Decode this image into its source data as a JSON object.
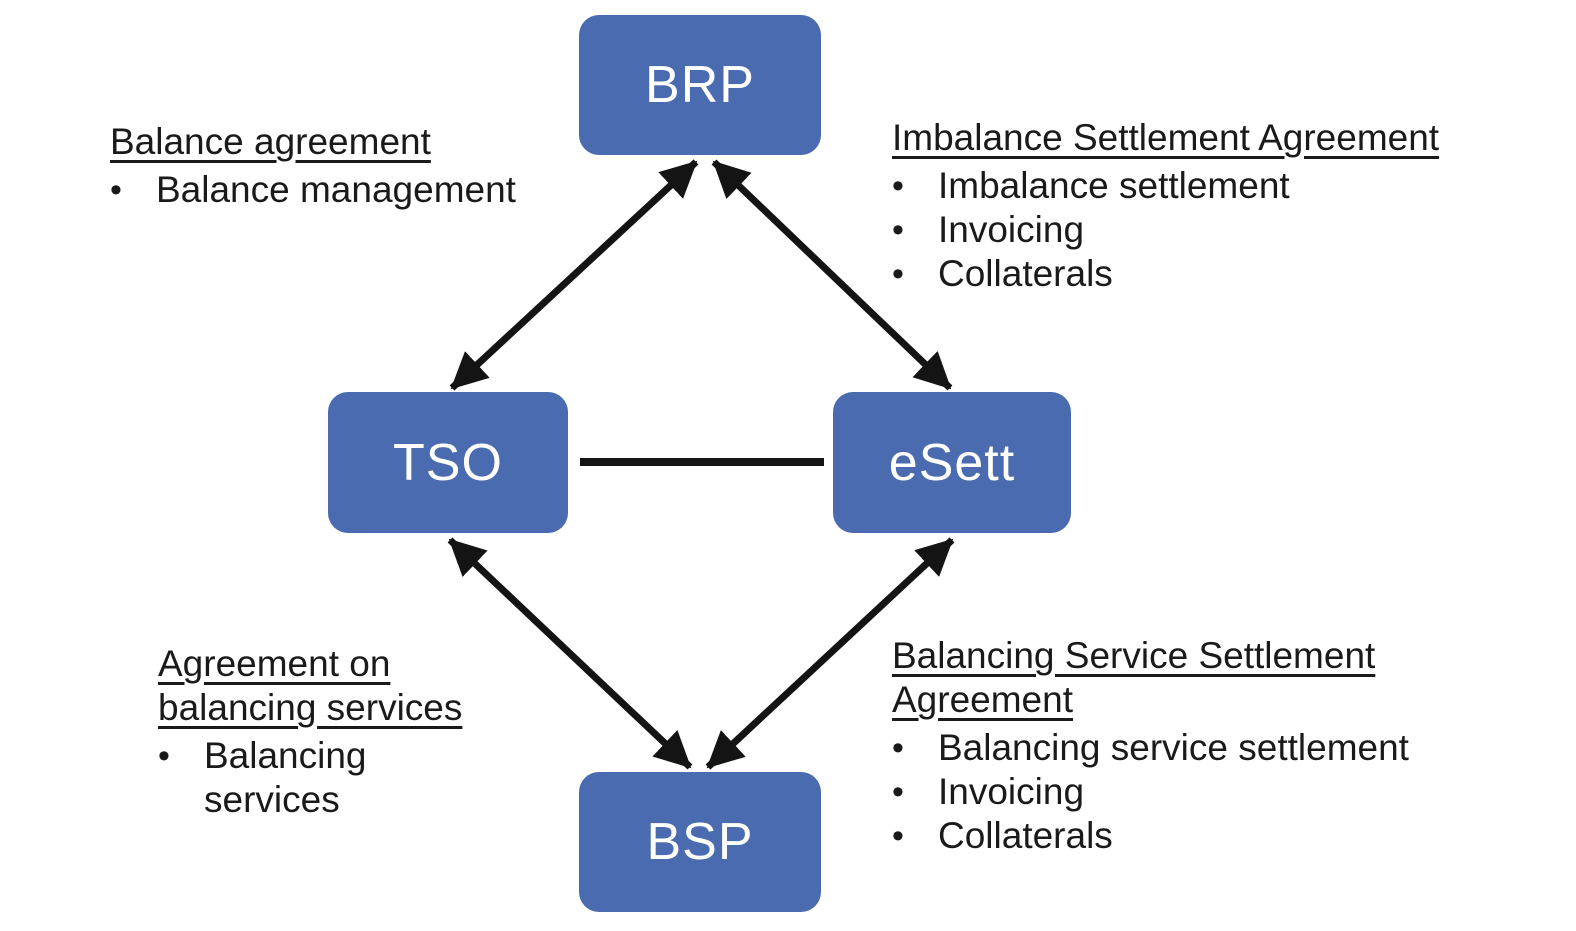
{
  "colors": {
    "node_fill": "#4a6bb0",
    "node_text": "#ffffff",
    "arrow": "#141414",
    "text": "#1a1a1a",
    "background": "#ffffff"
  },
  "nodes": {
    "brp": {
      "label": "BRP"
    },
    "tso": {
      "label": "TSO"
    },
    "esett": {
      "label": "eSett"
    },
    "bsp": {
      "label": "BSP"
    }
  },
  "annotations": {
    "balance_agreement": {
      "title": "Balance agreement",
      "bullets": [
        "Balance management"
      ]
    },
    "imbalance_settlement_agreement": {
      "title": "Imbalance Settlement Agreement",
      "bullets": [
        "Imbalance settlement",
        "Invoicing",
        "Collaterals"
      ]
    },
    "agreement_on_balancing_services": {
      "title": "Agreement on balancing services",
      "bullets": [
        "Balancing services"
      ]
    },
    "balancing_service_settlement_agreement": {
      "title": "Balancing Service Settlement Agreement",
      "bullets": [
        "Balancing service settlement",
        "Invoicing",
        "Collaterals"
      ]
    }
  }
}
